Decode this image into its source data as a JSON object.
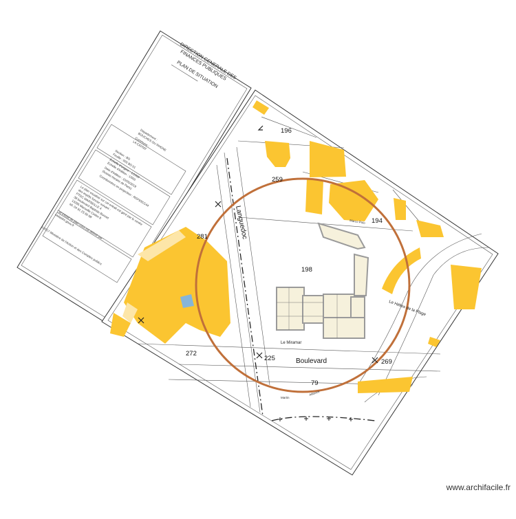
{
  "header": {
    "line1": "DIRECTION GENERALE DES",
    "line2": "FINANCES PUBLIQUES",
    "subtitle": "PLAN DE SITUATION"
  },
  "info_lines": [
    "Département :",
    "BOUCHES DU RHONE",
    "Commune :",
    "LA CIOTAT",
    "Section : BD",
    "Feuille : 000 BD 01",
    "Échelle d'origine : 1/1000",
    "Échelle d'édition : 1/500",
    "Date d'édition : 10/05/2019",
    "(fuseau horaire de Paris)",
    "Coordonnées en projection : RGF93CC44",
    "Le plan visualisé sur cet extrait est géré par le centre",
    "des impôts foncier suivant :",
    "PTGC MARSEILLE 4",
    "38 boulevard Baptiste Bonnet",
    "13285 Marseille Cedex 8",
    "tél. 04 91 23 60 68",
    "Cet extrait de plan vous est délivré par :",
    "cadastre.gouv.fr",
    "©2017 Ministère de l'Action et des Comptes publics"
  ],
  "parcels": {
    "p196": "196",
    "p259": "259",
    "p194": "194",
    "p198": "198",
    "p281": "281",
    "p272": "272",
    "p225": "225",
    "p269": "269",
    "p79": "79"
  },
  "streets": {
    "languedoc": "Languedoc",
    "boulevard": "Boulevard",
    "plage": "Le Hélios de la Plage",
    "miramar": "Le Miramar",
    "marco_polo": "Marco Polo",
    "martin": "Martin",
    "alliance": "Alliance"
  },
  "watermark": "www.archifacile.fr",
  "colors": {
    "building": "#fbc531",
    "building_pale": "#fde6a8",
    "plan_fill": "#f6f1dc",
    "plan_wall": "#9a9a9a",
    "circle": "#c0703a",
    "pool": "#86b5d9"
  }
}
